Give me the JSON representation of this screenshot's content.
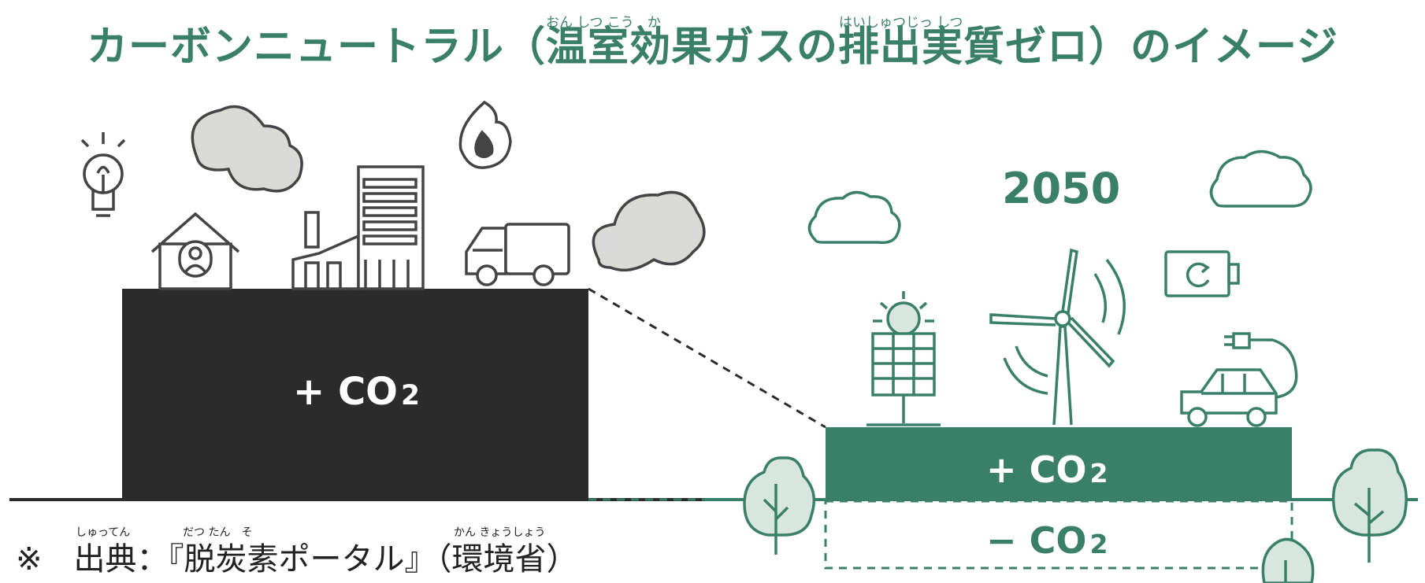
{
  "title": {
    "text": "カーボンニュートラル（温室効果ガスの排出実質ゼロ）のイメージ",
    "ruby_1": "おん しつ こう　か",
    "ruby_2": "はいしゅつじっ しつ"
  },
  "left_block": {
    "label_sign": "+",
    "label_main": "CO",
    "label_sub": "2"
  },
  "right_block": {
    "year": "2050",
    "plus_sign": "+",
    "plus_main": "CO",
    "plus_sub": "2",
    "minus_sign": "−",
    "minus_main": "CO",
    "minus_sub": "2"
  },
  "source": {
    "text": "※　出典：『脱炭素ポータル』（環境省）",
    "ruby_1": "しゅってん",
    "ruby_2": "だつ たん　そ",
    "ruby_3": "かん きょうしょう"
  },
  "colors": {
    "green": "#3a8068",
    "dark": "#2b2b2b",
    "cloud": "#d9d9d6"
  }
}
